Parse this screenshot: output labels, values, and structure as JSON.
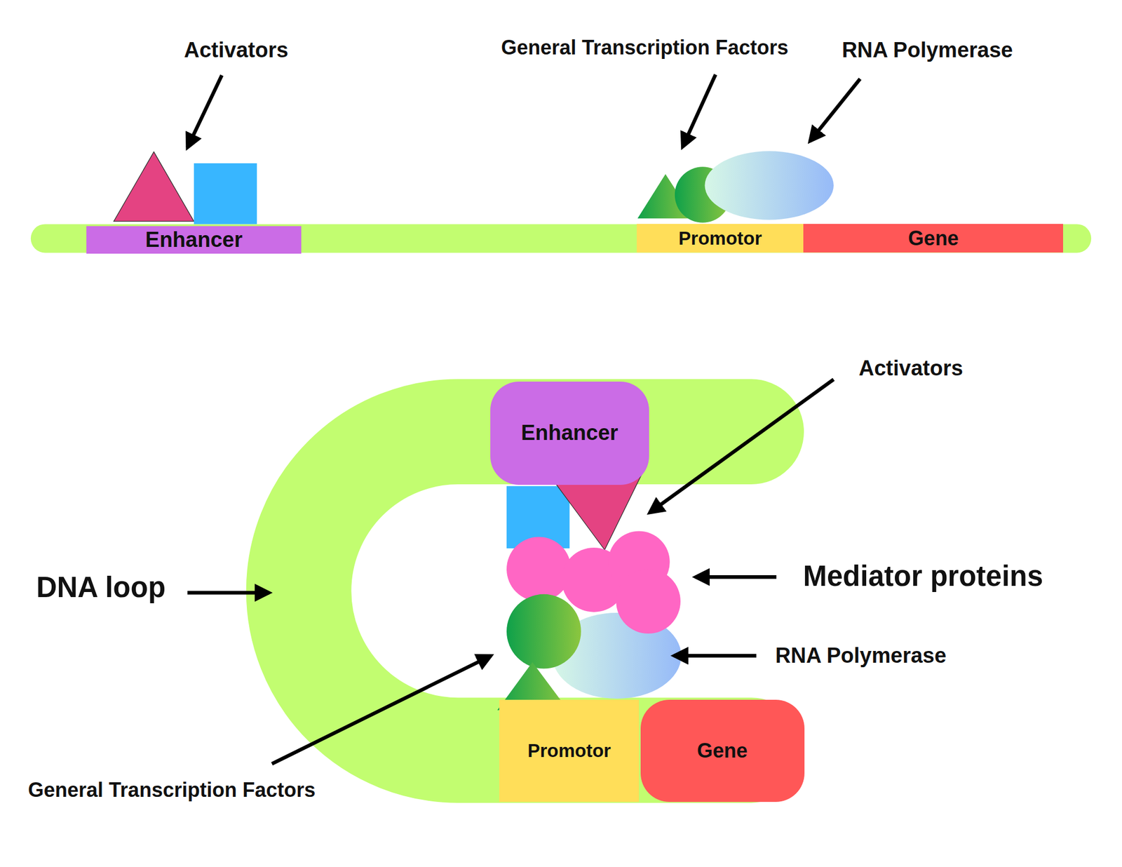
{
  "diagram": {
    "nodes": [
      {
        "text": [
          "Enhancer"
        ]
      },
      {
        "text": [
          "Promotor"
        ]
      },
      {
        "text": [
          "Gene"
        ]
      },
      {
        "text": [
          "Enhancer"
        ]
      },
      {
        "text": [
          "Promotor"
        ]
      },
      {
        "text": [
          "Gene"
        ]
      }
    ],
    "labels": [
      "Activators",
      "General Transcription Factors",
      "RNA Polymerase",
      "Activators",
      "Mediator proteins",
      "RNA Polymerase",
      "DNA loop",
      "General Transcription Factors"
    ]
  }
}
